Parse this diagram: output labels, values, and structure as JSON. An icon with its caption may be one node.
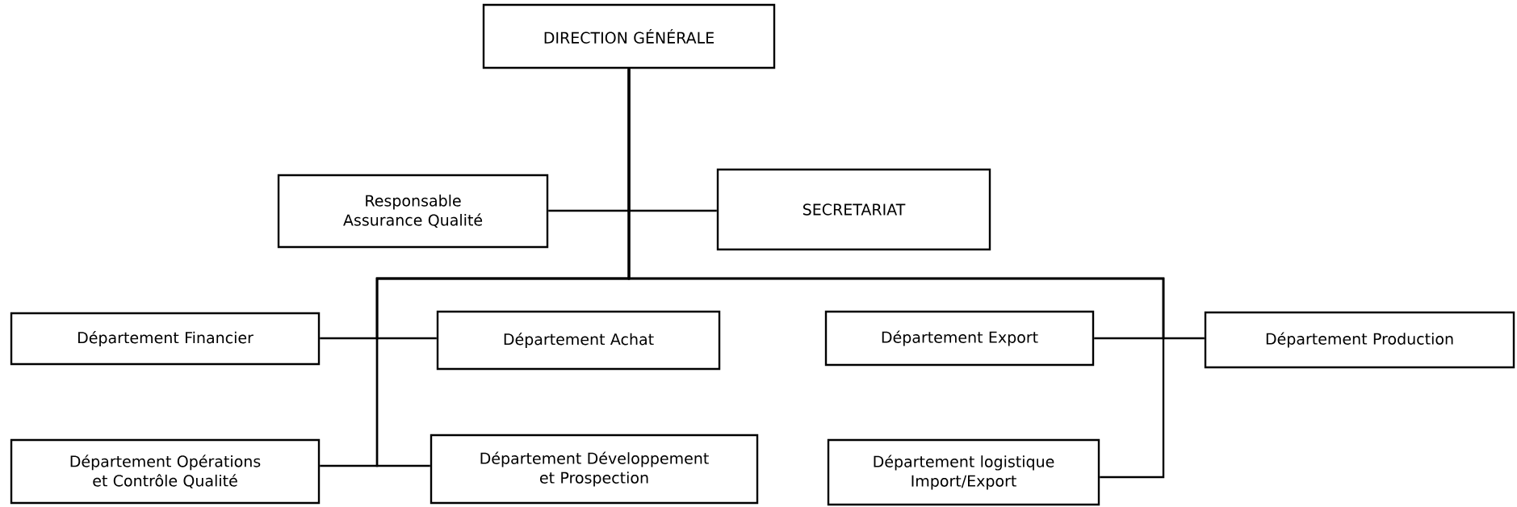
{
  "diagram": {
    "nodes": [
      {
        "text": [
          "DIRECTION GÉNÉRALE"
        ]
      },
      {
        "text": [
          "Responsable Assurance Qualité"
        ]
      },
      {
        "text": [
          "SECRETARIAT"
        ]
      },
      {
        "text": [
          "Département Financier"
        ]
      },
      {
        "text": [
          "Département Achat"
        ]
      },
      {
        "text": [
          "Département Export"
        ]
      },
      {
        "text": [
          "Département Production"
        ]
      },
      {
        "text": [
          "Département Opérations et Contrôle Qualité"
        ]
      },
      {
        "text": [
          "Département Développement et Prospection"
        ]
      },
      {
        "text": [
          "Département logistique Import/Export"
        ]
      }
    ],
    "edges": [
      {
        "from": 0,
        "to": 1,
        "arrow": "none"
      },
      {
        "from": 0,
        "to": 2,
        "arrow": "none"
      },
      {
        "from": 0,
        "to": 3,
        "arrow": "none"
      },
      {
        "from": 0,
        "to": 4,
        "arrow": "none"
      },
      {
        "from": 0,
        "to": 5,
        "arrow": "none"
      },
      {
        "from": 0,
        "to": 6,
        "arrow": "none"
      },
      {
        "from": 0,
        "to": 7,
        "arrow": "none"
      },
      {
        "from": 0,
        "to": 8,
        "arrow": "none"
      },
      {
        "from": 0,
        "to": 9,
        "arrow": "none"
      }
    ]
  }
}
